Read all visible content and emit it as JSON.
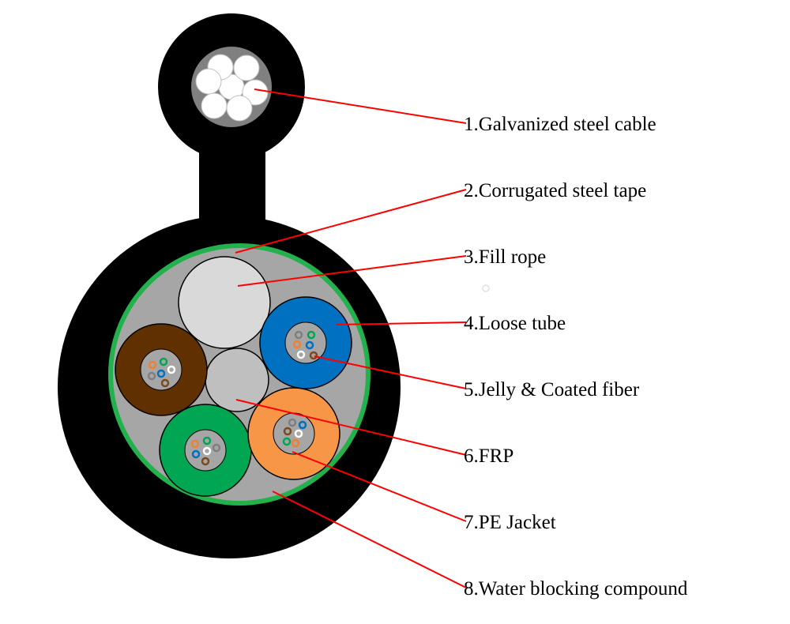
{
  "labels": [
    "1.Galvanized steel cable",
    "2.Corrugated steel tape",
    "3.Fill rope",
    "4.Loose tube",
    "5.Jelly & Coated fiber",
    "6.FRP",
    "7.PE Jacket",
    "8.Water blocking compound"
  ],
  "colors": {
    "jacket": "#000000",
    "steel_tape_ring": "#22b14c",
    "compound": "#a6a6a6",
    "fill_rope": "#d9d9d9",
    "frp": "#bfbfbf",
    "tube_blue": "#0070c0",
    "tube_brown": "#603000",
    "tube_green": "#00a651",
    "tube_orange": "#f79646",
    "leader_line": "#ff0000",
    "steel_wire": "#ffffff",
    "steel_core": "#808080"
  }
}
